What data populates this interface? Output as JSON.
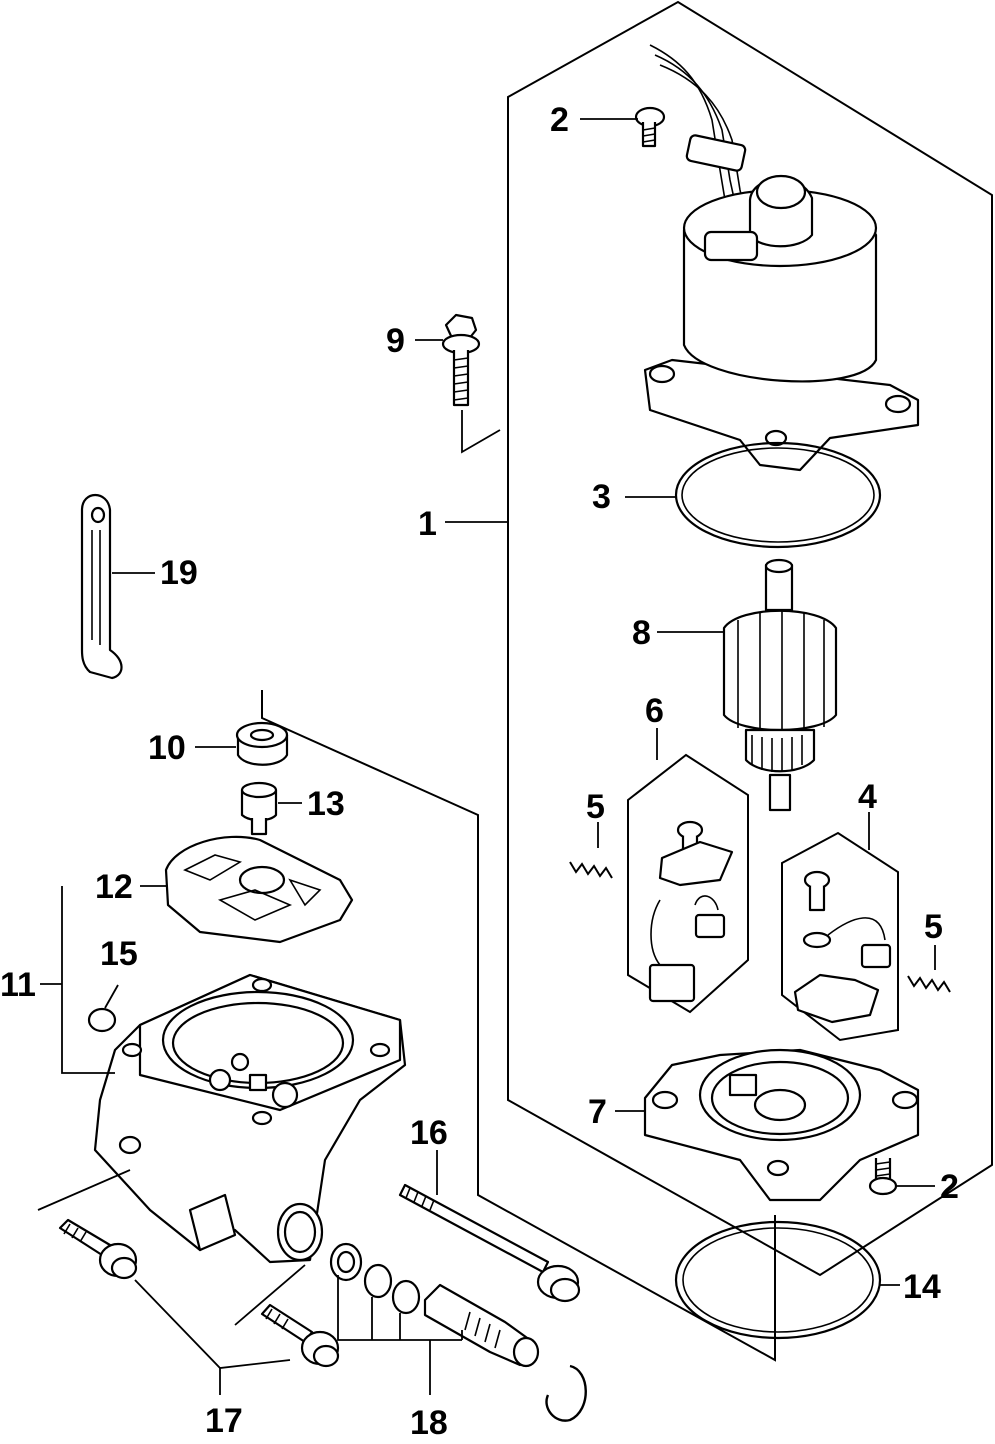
{
  "callouts": {
    "c1": "1",
    "c2a": "2",
    "c2b": "2",
    "c3": "3",
    "c4": "4",
    "c5a": "5",
    "c5b": "5",
    "c6": "6",
    "c7": "7",
    "c8": "8",
    "c9": "9",
    "c10": "10",
    "c11": "11",
    "c12": "12",
    "c13": "13",
    "c14": "14",
    "c15": "15",
    "c16": "16",
    "c17": "17",
    "c18": "18",
    "c19": "19"
  }
}
